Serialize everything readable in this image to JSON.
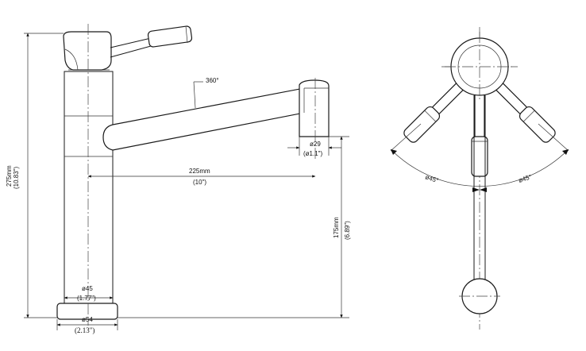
{
  "front_view": {
    "rotation_label": "360°",
    "reach": {
      "mm": "225mm",
      "in": "(10\")"
    },
    "spout_outlet": {
      "mm": "ø29",
      "in": "(ø1.1\")"
    },
    "spout_height": {
      "mm": "175mm",
      "in": "(6.89\")"
    },
    "total_height": {
      "mm": "275mm",
      "in": "(10.83\")"
    },
    "body_diameter": {
      "mm": "ø45",
      "in": "(1.77\")"
    },
    "base_diameter": {
      "mm": "ø54",
      "in": "(2.13\")"
    }
  },
  "top_view": {
    "left_angle": "ø45°",
    "right_angle": "ø45°"
  }
}
